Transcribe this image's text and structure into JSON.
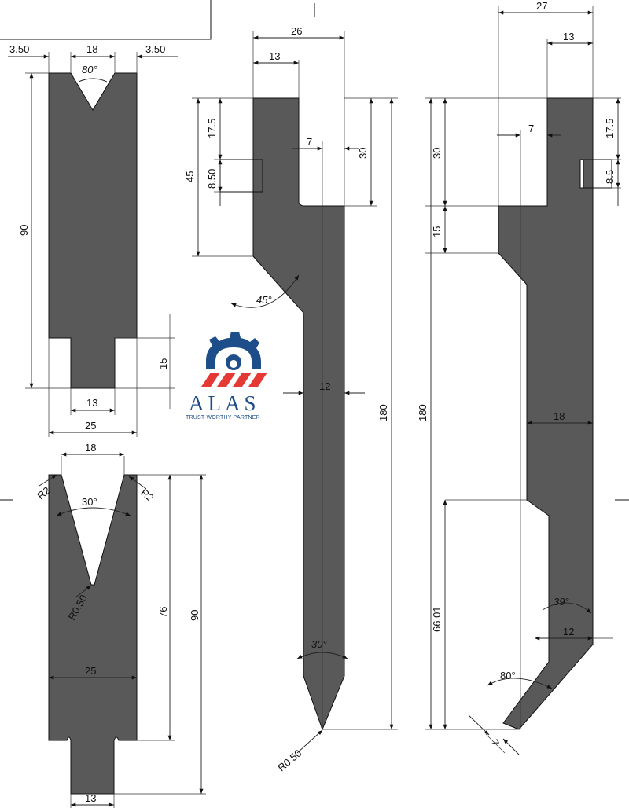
{
  "logo": {
    "word": "ALAS",
    "tagline": "TRUST-WORTHY PARTNER",
    "colors": {
      "primary": "#1d4e89",
      "accent": "#e53935"
    }
  },
  "colors": {
    "part_fill": "#595959"
  },
  "drawing_a": {
    "edge_left": "3.50",
    "top_width": "18",
    "edge_right": "3.50",
    "v_angle": "80°",
    "height": "90",
    "tang_height": "15",
    "tang_width": "13",
    "width": "25"
  },
  "drawing_b": {
    "top_width": "18",
    "v_angle": "30°",
    "left_radius": "R2",
    "right_radius": "R2",
    "bottom_radius": "R0.50",
    "body_height": "76",
    "height": "90",
    "width": "25",
    "tang_width": "13"
  },
  "drawing_c": {
    "total_width": "26",
    "shoulder_width": "13",
    "tip_offset": "7",
    "slot_top": "17.5",
    "slot_height": "8.50",
    "shoulder_height": "45",
    "step_height": "30",
    "chamfer_angle": "45°",
    "blade_width": "12",
    "height": "180",
    "tip_angle": "30°",
    "tip_radius": "R0.50"
  },
  "drawing_d": {
    "total_width": "27",
    "shoulder_width": "13",
    "tip_offset": "7",
    "step_height": "30",
    "slot_top": "17.5",
    "slot_height": "8.5",
    "chamfer_height": "15",
    "height": "180",
    "blade_width": "18",
    "lower_height": "66.01",
    "tip_angle": "39°",
    "tip_width": "12",
    "foot_angle": "80°",
    "foot_width": "7"
  }
}
